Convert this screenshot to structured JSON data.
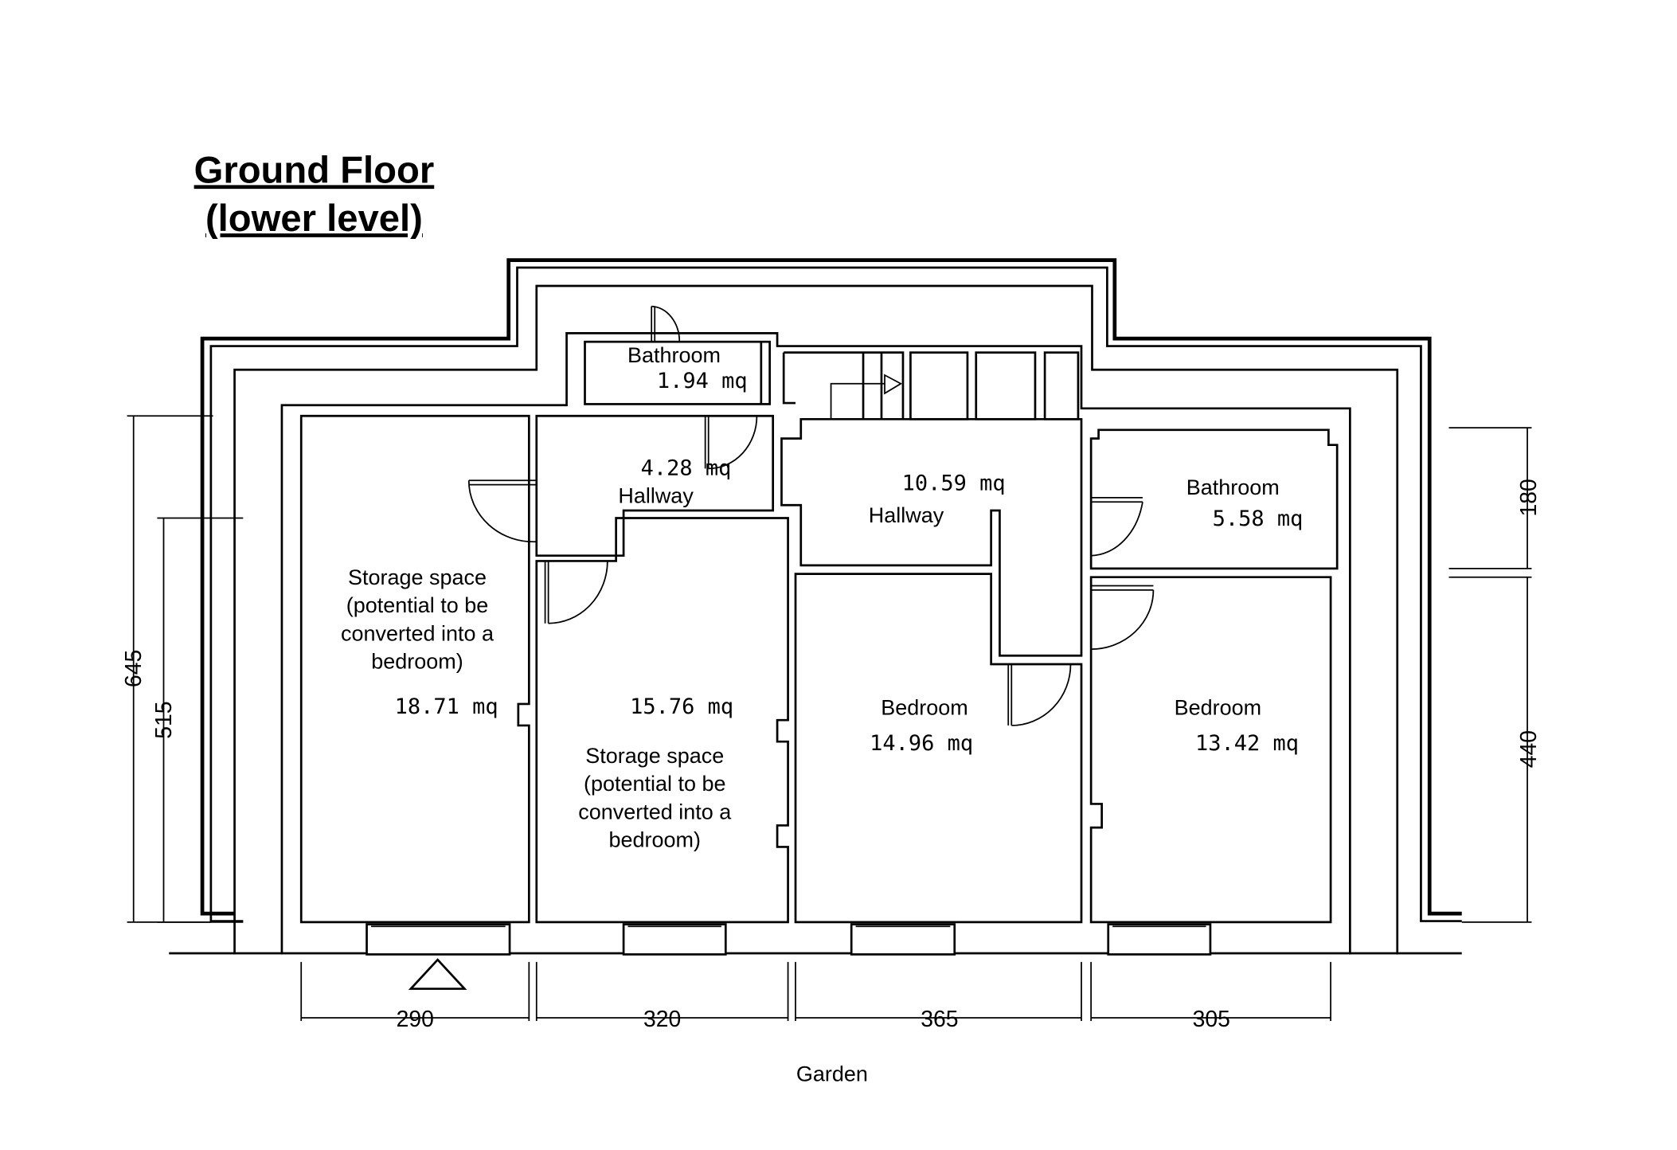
{
  "title": {
    "line1": "Ground Floor",
    "line2": "(lower level)"
  },
  "rooms": {
    "storage_left": {
      "lines": [
        "Storage space",
        "(potential to be",
        "converted into a",
        "bedroom)"
      ],
      "area": "18.71  mq"
    },
    "storage_middle": {
      "lines": [
        "Storage space",
        "(potential to be",
        "converted into a",
        "bedroom)"
      ],
      "area": "15.76  mq"
    },
    "bathroom_small": {
      "name": "Bathroom",
      "area": "1.94  mq"
    },
    "hallway_small": {
      "name": "Hallway",
      "area": "4.28  mq"
    },
    "hallway_large": {
      "name": "Hallway",
      "area": "10.59  mq"
    },
    "bedroom_middle": {
      "name": "Bedroom",
      "area": "14.96  mq"
    },
    "bathroom_right": {
      "name": "Bathroom",
      "area": "5.58  mq"
    },
    "bedroom_right": {
      "name": "Bedroom",
      "area": "13.42  mq"
    }
  },
  "dimensions": {
    "bottom": [
      "290",
      "320",
      "365",
      "305"
    ],
    "left": [
      "645",
      "515"
    ],
    "right": [
      "180",
      "440"
    ]
  },
  "garden_label": "Garden"
}
